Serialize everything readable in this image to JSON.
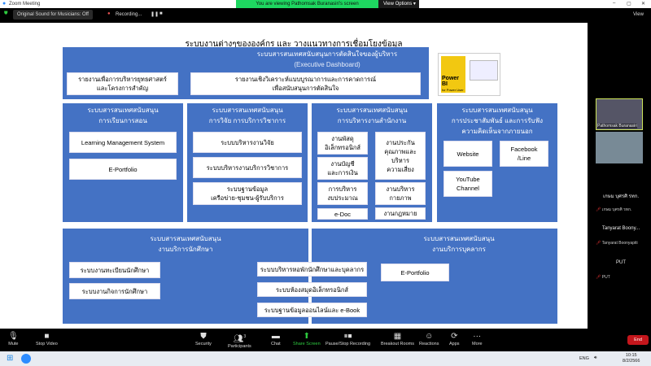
{
  "window": {
    "title": "Zoom Meeting",
    "banner": "You are viewing Pathomsak Buranasiri's screen",
    "view_options": "View Options",
    "min": "–",
    "max": "▢",
    "close": "✕"
  },
  "topbar": {
    "sound": "Original Sound for Musicians: Off",
    "recording": "Recording...",
    "view": "View"
  },
  "slide": {
    "title": "ระบบงานต่างๆขององค์กร และ วางแนวทางการเชื่อมโยงข้อมูล",
    "exec": {
      "title": "ระบบสารสนเทศสนับสนุนการตัดสินใจของผู้บริหาร",
      "subtitle": "(Executive Dashboard)",
      "box1": [
        "รายงานเพื่อการบริหารยุทธศาสตร์",
        "และโครงการสำคัญ"
      ],
      "box2": [
        "รายงานเชิงวิเคราะห์แบบบูรณาการและการคาดการณ์",
        "เพื่อสนับสนุนการตัดสินใจ"
      ]
    },
    "powerbi": {
      "name": "Power BI",
      "sub": "for Power User"
    },
    "col1": {
      "title": [
        "ระบบสารสนเทศสนับสนุน",
        "การเรียนการสอน"
      ],
      "items": [
        "Learning Management System",
        "E-Portfolio"
      ]
    },
    "col2": {
      "title": [
        "ระบบสารสนเทศสนับสนุน",
        "การวิจัย การบริการวิชาการ"
      ],
      "items": [
        "ระบบบริหารงานวิจัย",
        "ระบบบริหารงานบริการวิชาการ",
        "ระบบฐานข้อมูล",
        "เครือข่าย-ชุมชน-ผู้รับบริการ"
      ]
    },
    "col3": {
      "title": [
        "ระบบสารสนเทศสนับสนุน",
        "การบริหารงานสำนักงาน"
      ],
      "left": [
        [
          "งานพัสดุ",
          "อิเล็กทรอนิกส์"
        ],
        [
          "งานบัญชี",
          "และการเงิน"
        ],
        [
          "การบริหาร",
          "งบประมาณ"
        ],
        [
          "e-Doc"
        ]
      ],
      "right": [
        [
          "งานประกัน",
          "คุณภาพและ",
          "บริหาร",
          "ความเสี่ยง"
        ],
        [
          "งานบริหาร",
          "กายภาพ"
        ],
        [
          "งานกฎหมาย"
        ]
      ]
    },
    "col4": {
      "title": [
        "ระบบสารสนเทศสนับสนุน",
        "การประชาสัมพันธ์ และการรับฟัง",
        "ความคิดเห็นจากภายนอก"
      ],
      "items": [
        "Website",
        "Facebook /Line",
        "YouTube Channel"
      ]
    },
    "student": {
      "title": [
        "ระบบสารสนเทศสนับสนุน",
        "งานบริการนักศึกษา"
      ],
      "items": [
        "ระบบงานทะเบียนนักศึกษา",
        "ระบบงานกิจการนักศึกษา"
      ]
    },
    "shared": {
      "items": [
        "ระบบบริหารหอพักนักศึกษาและบุคลากร",
        "ระบบห้องสมุดอิเล็กทรอนิกส์",
        "ระบบฐานข้อมูลออนไลน์และ e-Book"
      ]
    },
    "staff": {
      "title": [
        "ระบบสารสนเทศสนับสนุน",
        "งานบริการบุคลากร"
      ],
      "items": [
        "E-Portfolio"
      ]
    }
  },
  "participants": [
    {
      "name": "Pathomsak Buranasiri"
    },
    {
      "name": "เกษม บุศรศิ รทก."
    },
    {
      "name": "Tanyarat Boony...",
      "sub": "Tanyarat Boonyapiti"
    },
    {
      "name": "PUT",
      "sub": "PUT"
    }
  ],
  "toolbar": {
    "mute": "Mute",
    "video": "Stop Video",
    "security": "Security",
    "participants": "Participants",
    "participant_count": "3",
    "chat": "Chat",
    "share": "Share Screen",
    "record": "Pause/Stop Recording",
    "breakout": "Breakout Rooms",
    "reactions": "Reactions",
    "apps": "Apps",
    "more": "More",
    "end": "End"
  },
  "taskbar": {
    "lang": "ENG",
    "time": "10:15",
    "date": "8/2/2566"
  },
  "colors": {
    "blue": "#4472c4",
    "green": "#1ed760",
    "end": "#c4161c"
  }
}
